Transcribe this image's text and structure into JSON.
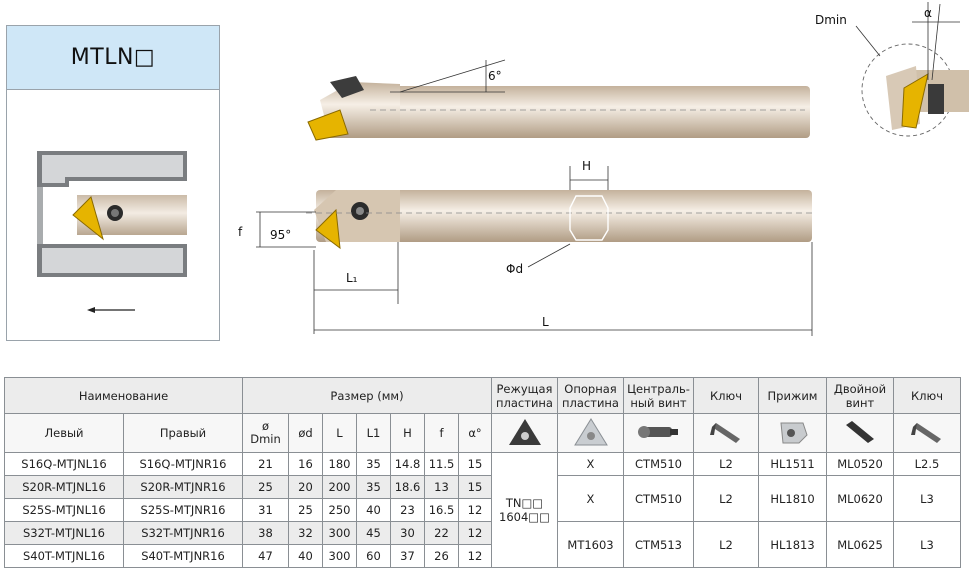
{
  "panel": {
    "title": "MTLN□"
  },
  "drawing": {
    "angle_top": "6°",
    "dmin": "Dmin",
    "alpha": "α",
    "h": "H",
    "phi_d": "Φd",
    "f": "f",
    "angle_side": "95°",
    "l1": "L₁",
    "l": "L"
  },
  "table": {
    "headers": {
      "name": "Наименование",
      "size": "Размер (мм)",
      "insert_1": "Режущая",
      "insert_2": "пластина",
      "shim_1": "Опорная",
      "shim_2": "пластина",
      "center_screw_1": "Централь-",
      "center_screw_2": "ный винт",
      "key": "Ключ",
      "clamp": "Прижим",
      "double_screw_1": "Двойной",
      "double_screw_2": "винт",
      "key2": "Ключ"
    },
    "subheaders": {
      "left": "Левый",
      "right": "Правый",
      "dmin_1": "ø",
      "dmin_2": "Dmin",
      "od": "ød",
      "l": "L",
      "l1": "L1",
      "h": "H",
      "f": "f",
      "alpha": "α°"
    },
    "rows": [
      {
        "left": "S16Q-MTJNL16",
        "right": "S16Q-MTJNR16",
        "dmin": "21",
        "d": "16",
        "L": "180",
        "L1": "35",
        "H": "14.8",
        "f": "11.5",
        "a": "15"
      },
      {
        "left": "S20R-MTJNL16",
        "right": "S20R-MTJNR16",
        "dmin": "25",
        "d": "20",
        "L": "200",
        "L1": "35",
        "H": "18.6",
        "f": "13",
        "a": "15"
      },
      {
        "left": "S25S-MTJNL16",
        "right": "S25S-MTJNR16",
        "dmin": "31",
        "d": "25",
        "L": "250",
        "L1": "40",
        "H": "23",
        "f": "16.5",
        "a": "12"
      },
      {
        "left": "S32T-MTJNL16",
        "right": "S32T-MTJNR16",
        "dmin": "38",
        "d": "32",
        "L": "300",
        "L1": "45",
        "H": "30",
        "f": "22",
        "a": "12"
      },
      {
        "left": "S40T-MTJNL16",
        "right": "S40T-MTJNR16",
        "dmin": "47",
        "d": "40",
        "L": "300",
        "L1": "60",
        "H": "37",
        "f": "26",
        "a": "12"
      }
    ],
    "insert_1": "TN□□",
    "insert_2": "1604□□",
    "group_a": {
      "shim": "X",
      "center_screw": "CTM510",
      "key": "L2",
      "clamp": "HL1511",
      "double_screw": "ML0520",
      "key2": "L2.5"
    },
    "group_b": {
      "shim": "X",
      "center_screw": "CTM510",
      "key": "L2",
      "clamp": "HL1810",
      "double_screw": "ML0620",
      "key2": "L3"
    },
    "group_c": {
      "shim": "MT1603",
      "center_screw": "CTM513",
      "key": "L2",
      "clamp": "HL1813",
      "double_screw": "ML0625",
      "key2": "L3"
    }
  },
  "colors": {
    "header_bg": "#cfe7f7",
    "insert": "#e6b400",
    "shank": "#d8c9b6"
  }
}
